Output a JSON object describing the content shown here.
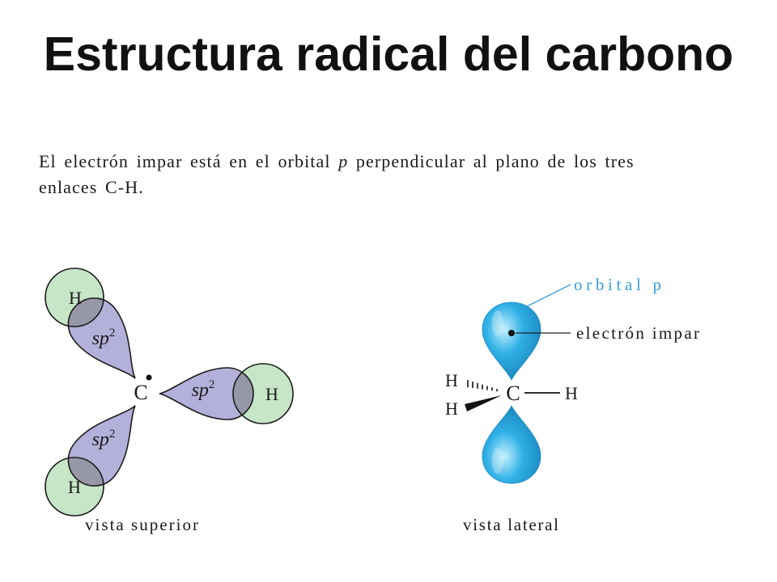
{
  "slide": {
    "title": "Estructura radical del carbono",
    "body": {
      "text_before": "El electrón impar está en el orbital ",
      "italic": "p",
      "text_after": " perpendicular al plano de los tres enlaces C-H."
    }
  },
  "top_view": {
    "caption": "vista superior",
    "carbon": "C",
    "hydrogens": [
      "H",
      "H",
      "H"
    ],
    "hybrid_orbitals": [
      {
        "base": "sp",
        "sup": "2"
      },
      {
        "base": "sp",
        "sup": "2"
      },
      {
        "base": "sp",
        "sup": "2"
      }
    ]
  },
  "side_view": {
    "caption": "vista lateral",
    "carbon": "C",
    "hydrogens": [
      "H",
      "H",
      "H"
    ],
    "orbital_label": "orbital p",
    "electron_label": "electrón impar"
  },
  "colors": {
    "sp2_lobe": "#b3b0da",
    "h_circle": "#c7e5c7",
    "overlap": "#9698a8",
    "p_lobe": "#2fb0e6",
    "label_blue": "#3a9fd8"
  }
}
